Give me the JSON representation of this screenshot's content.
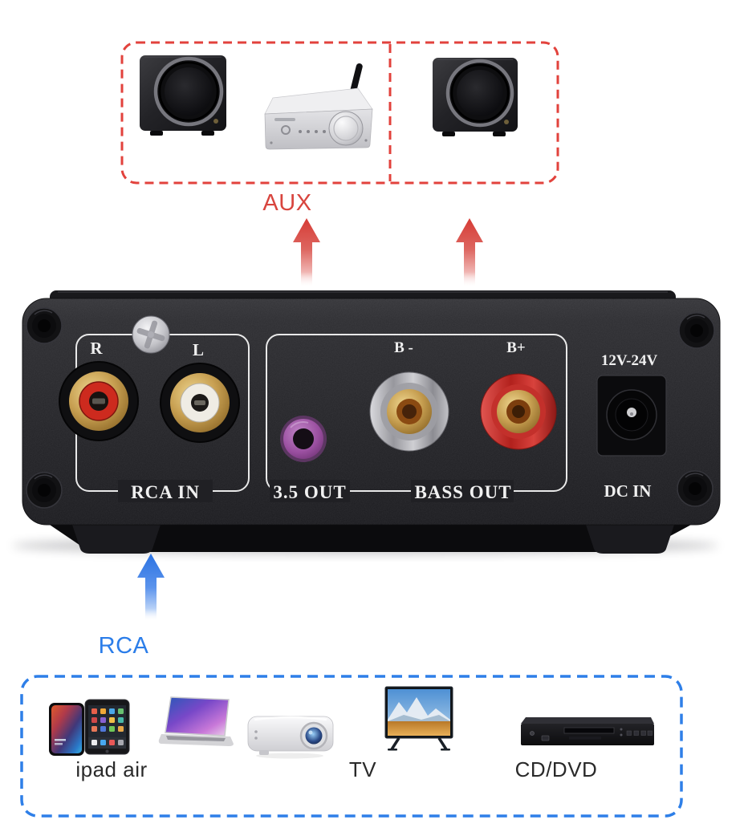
{
  "aux_section": {
    "label": "AUX",
    "devices": [
      "subwoofer-left",
      "bluetooth-amplifier",
      "subwoofer-right"
    ],
    "dash_color": "#e2423c",
    "label_color": "#d8453e",
    "arrow_color": "#d84038"
  },
  "panel": {
    "rca_r": "R",
    "rca_l": "L",
    "rca_in": "RCA IN",
    "out_35": "3.5 OUT",
    "b_minus": "B -",
    "b_plus": "B+",
    "bass_out": "BASS OUT",
    "voltage": "12V-24V",
    "dc_in": "DC IN",
    "text_color": "#f0f0f0",
    "body_color": "#232327"
  },
  "rca_section": {
    "label": "RCA",
    "dash_color": "#2e7fe8",
    "label_color": "#2b7de9",
    "arrow_color": "#2a72e2",
    "devices": [
      "smartphone",
      "tablet",
      "laptop",
      "projector",
      "tv",
      "cd-dvd-player"
    ],
    "device_labels": {
      "ipad_air": "ipad air",
      "tv": "TV",
      "cd_dvd": "CD/DVD"
    }
  }
}
